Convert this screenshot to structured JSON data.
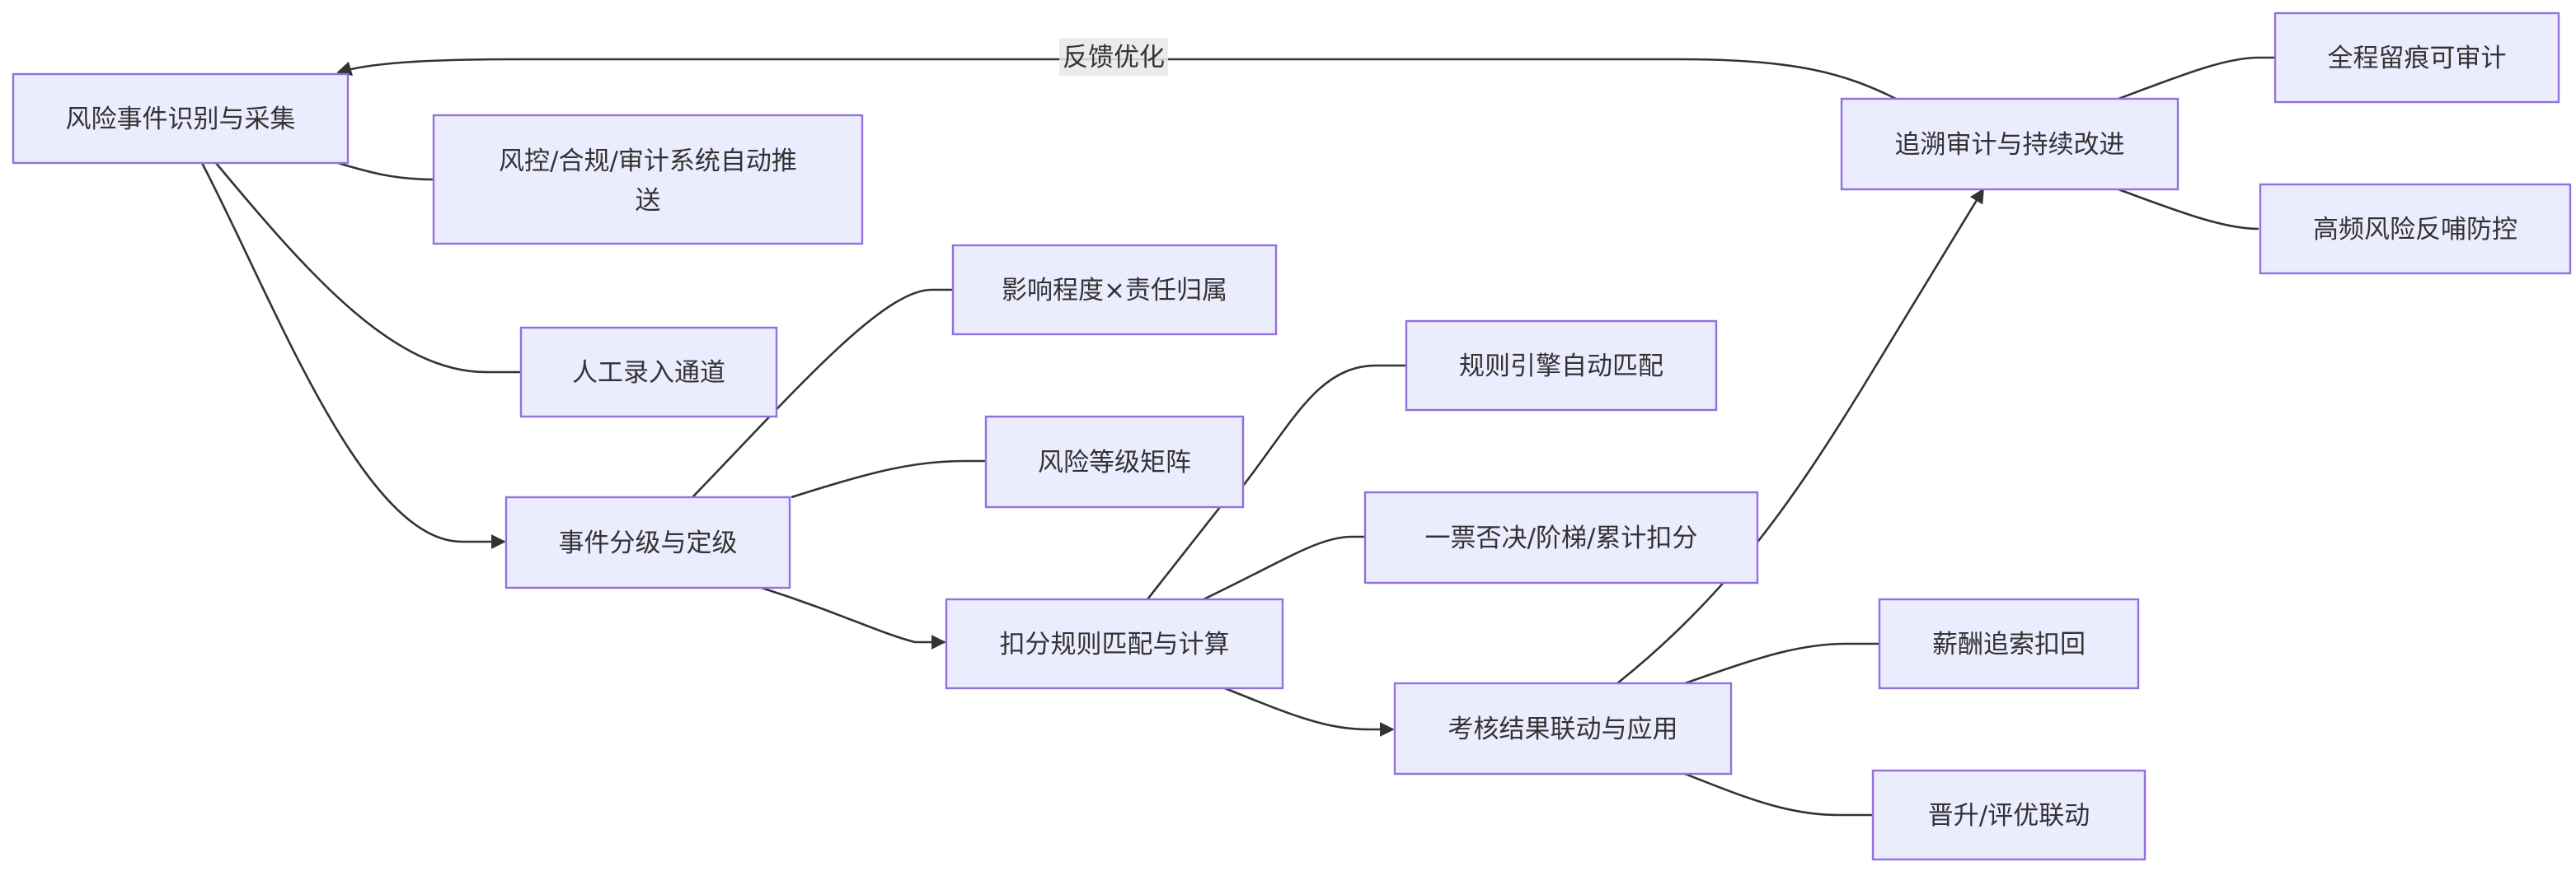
{
  "diagram": {
    "type": "flowchart",
    "colors": {
      "node_fill": "#ececff",
      "node_border": "#9370db",
      "edge": "#333333",
      "text": "#333333",
      "label_background": "#e8e8e8"
    },
    "nodes": {
      "collect": "风险事件识别与采集",
      "auto_push": [
        "风控/合规/审计系统自动推",
        "送"
      ],
      "manual": "人工录入通道",
      "grading": "事件分级与定级",
      "impact": "影响程度×责任归属",
      "matrix": "风险等级矩阵",
      "deduct": "扣分规则匹配与计算",
      "engine": "规则引擎自动匹配",
      "veto": "一票否决/阶梯/累计扣分",
      "apply": "考核结果联动与应用",
      "clawback": "薪酬追索扣回",
      "promotion": "晋升/评优联动",
      "audit": "追溯审计与持续改进",
      "trace": "全程留痕可审计",
      "prevent": "高频风险反哺防控"
    },
    "edge_labels": {
      "feedback": "反馈优化"
    }
  }
}
